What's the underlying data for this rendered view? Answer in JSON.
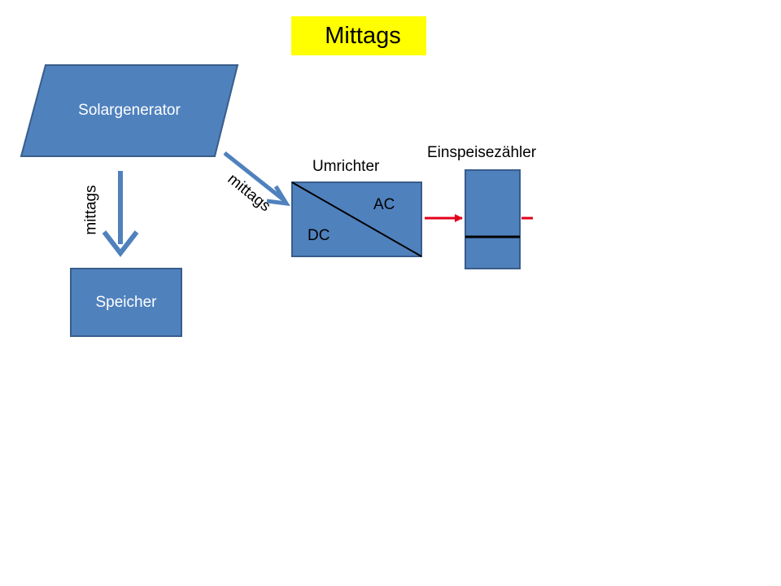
{
  "title": "Mittags",
  "nodes": {
    "solar": "Solargenerator",
    "storage": "Speicher",
    "inverter_label": "Umrichter",
    "inverter_ac": "AC",
    "inverter_dc": "DC",
    "meter_label": "Einspeisezähler"
  },
  "flows": {
    "to_storage": "mittags",
    "to_inverter": "mittags"
  },
  "colors": {
    "title_bg": "#ffff00",
    "box_fill": "#4f81bd",
    "box_border": "#385d8a",
    "arrow": "#4f81bd",
    "red_arrow": "#e3001b"
  }
}
